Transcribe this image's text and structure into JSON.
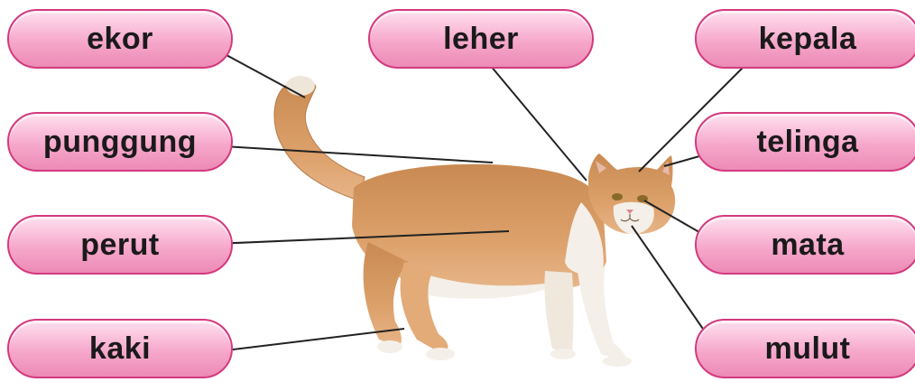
{
  "labels": {
    "ekor": "ekor",
    "punggung": "punggung",
    "perut": "perut",
    "kaki": "kaki",
    "leher": "leher",
    "kepala": "kepala",
    "telinga": "telinga",
    "mata": "mata",
    "mulut": "mulut"
  },
  "colors": {
    "label_border": "#d33a7e",
    "label_fill": "#f6a8cb",
    "leader_line": "#222222",
    "cat_fur_orange": "#d99a5e",
    "cat_fur_white": "#f4efe8"
  }
}
